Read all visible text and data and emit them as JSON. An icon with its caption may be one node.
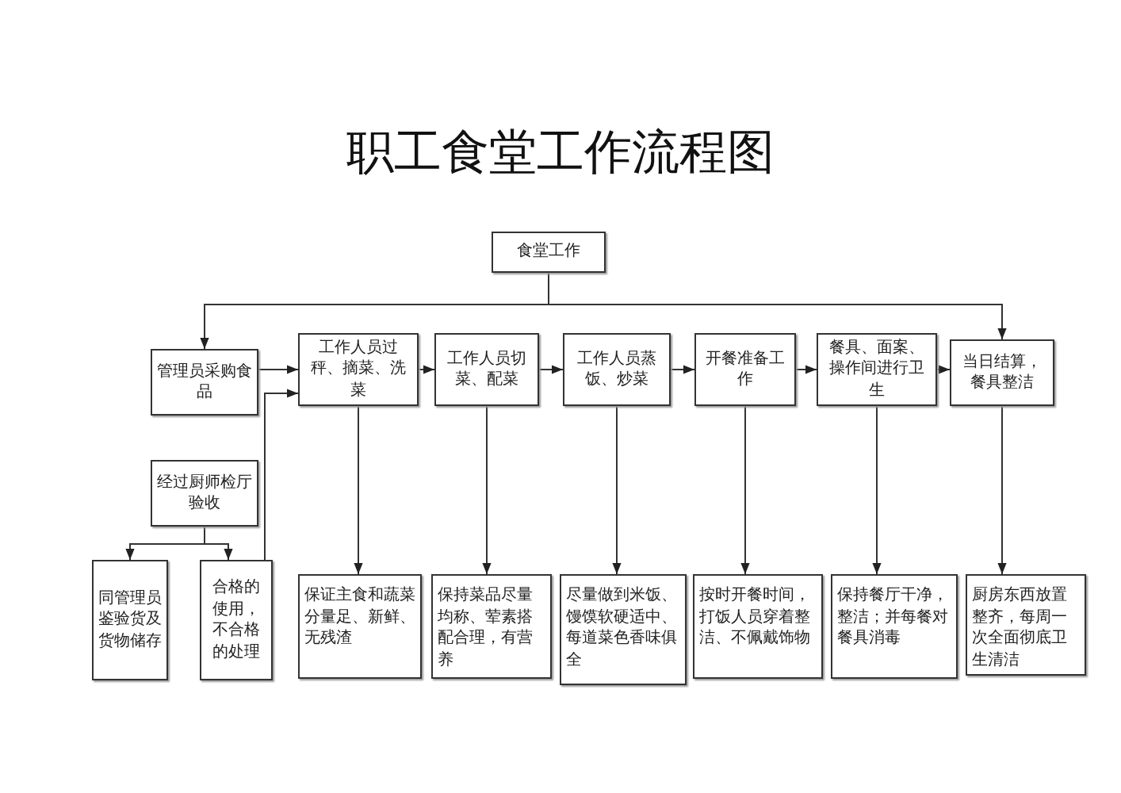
{
  "diagram": {
    "title": "职工食堂工作流程图",
    "nodes": [
      {
        "text": [
          "食堂工作"
        ]
      },
      {
        "text": [
          "管理员采购食品"
        ]
      },
      {
        "text": [
          "工作人员过秤、摘菜、洗菜"
        ]
      },
      {
        "text": [
          "工作人员切菜、配菜"
        ]
      },
      {
        "text": [
          "工作人员蒸饭、炒菜"
        ]
      },
      {
        "text": [
          "开餐准备工作"
        ]
      },
      {
        "text": [
          "餐具、面案、操作间进行卫生"
        ]
      },
      {
        "text": [
          "当日结算，餐具整洁"
        ]
      },
      {
        "text": [
          "经过厨师检厅验收"
        ]
      },
      {
        "text": [
          "同管理员鉴验货及货物储存"
        ]
      },
      {
        "text": [
          "合格的使用，不合格的处理"
        ]
      },
      {
        "text": [
          "保证主食和蔬菜分量足、新鲜、无残渣"
        ]
      },
      {
        "text": [
          "保持菜品尽量均称、荤素搭配合理，有营养"
        ]
      },
      {
        "text": [
          "尽量做到米饭、馒馍软硬适中、每道菜色香味俱全"
        ]
      },
      {
        "text": [
          "按时开餐时间，打饭人员穿着整洁、不佩戴饰物"
        ]
      },
      {
        "text": [
          "保持餐厅干净，整洁；并每餐对餐具消毒"
        ]
      },
      {
        "text": [
          "厨房东西放置整齐，每周一次全面彻底卫生清洁"
        ]
      }
    ],
    "edges": [
      {
        "from": 0,
        "to": 1,
        "arrow": "to"
      },
      {
        "from": 0,
        "to": 7,
        "arrow": "to"
      },
      {
        "from": 1,
        "to": 2,
        "arrow": "to"
      },
      {
        "from": 10,
        "to": 2,
        "arrow": "to"
      },
      {
        "from": 2,
        "to": 3,
        "arrow": "to"
      },
      {
        "from": 3,
        "to": 4,
        "arrow": "to"
      },
      {
        "from": 4,
        "to": 5,
        "arrow": "to"
      },
      {
        "from": 5,
        "to": 6,
        "arrow": "to"
      },
      {
        "from": 6,
        "to": 7,
        "arrow": "to"
      },
      {
        "from": 8,
        "to": 9,
        "arrow": "to"
      },
      {
        "from": 8,
        "to": 10,
        "arrow": "to"
      },
      {
        "from": 2,
        "to": 11,
        "arrow": "to"
      },
      {
        "from": 3,
        "to": 12,
        "arrow": "to"
      },
      {
        "from": 4,
        "to": 13,
        "arrow": "to"
      },
      {
        "from": 5,
        "to": 14,
        "arrow": "to"
      },
      {
        "from": 6,
        "to": 15,
        "arrow": "to"
      },
      {
        "from": 7,
        "to": 16,
        "arrow": "to"
      }
    ]
  }
}
